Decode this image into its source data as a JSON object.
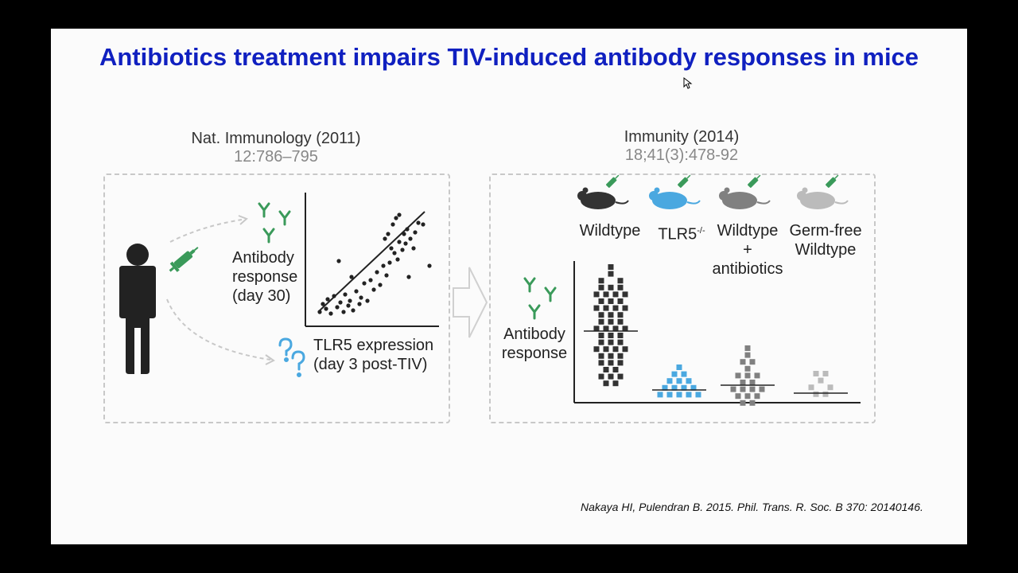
{
  "title": "Antibiotics treatment impairs TIV-induced antibody responses in mice",
  "left_reference": {
    "journal": "Nat. Immunology (2011)",
    "pages": "12:786–795"
  },
  "right_reference": {
    "journal": "Immunity (2014)",
    "pages": "18;41(3):478-92"
  },
  "left_panel": {
    "y_label_lines": [
      "Antibody",
      "response",
      "(day 30)"
    ],
    "x_label_lines": [
      "TLR5 expression",
      "(day 3 post-TIV)"
    ]
  },
  "right_panel": {
    "groups": [
      {
        "label_lines": [
          "Wildtype"
        ],
        "color": "#333333"
      },
      {
        "label_lines": [
          "TLR5"
        ],
        "superscript": "-/-",
        "color": "#4aa8e0"
      },
      {
        "label_lines": [
          "Wildtype",
          "+",
          "antibiotics"
        ],
        "color": "#808080"
      },
      {
        "label_lines": [
          "Germ-free",
          "Wildtype"
        ],
        "color": "#bbbbbb"
      }
    ],
    "y_label_lines": [
      "Antibody",
      "response"
    ]
  },
  "citation": "Nakaya HI, Pulendran B. 2015. Phil. Trans. R. Soc. B 370: 20140146.",
  "colors": {
    "title": "#1020c0",
    "antibody": "#3a9a5a",
    "question": "#4aa8e0",
    "syringe": "#3a9a5a"
  },
  "icons": [
    "person-icon",
    "syringe-icon",
    "antibody-icon",
    "question-mark-icon",
    "mouse-icon",
    "arrow-right-icon",
    "cursor-icon"
  ]
}
